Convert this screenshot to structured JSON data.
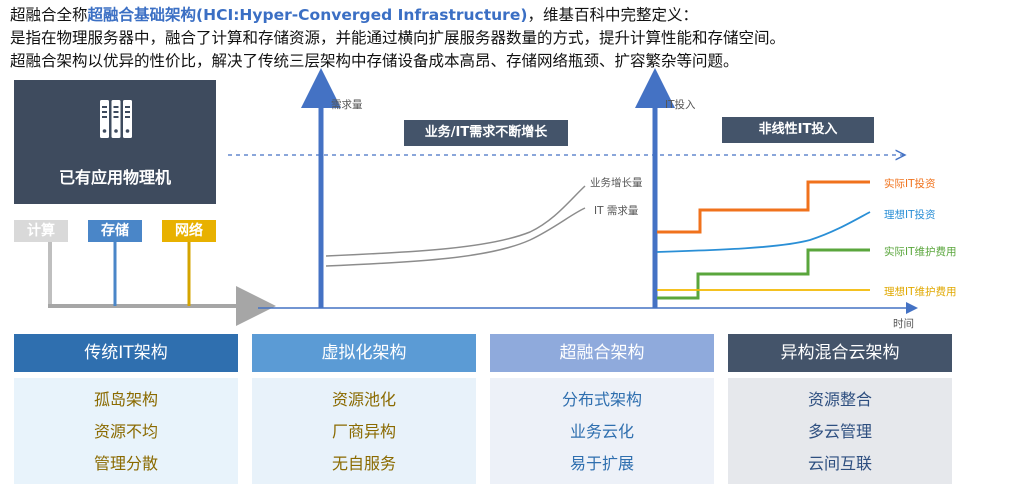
{
  "intro": {
    "line1_prefix": "超融合全称",
    "line1_highlight": "超融合基础架构(HCI:Hyper-Converged Infrastructure)",
    "line1_suffix": "，维基百科中完整定义：",
    "line2": "是指在物理服务器中，融合了计算和存储资源，并能通过横向扩展服务器数量的方式，提升计算性能和存储空间。",
    "line3": "超融合架构以优异的性价比，解决了传统三层架构中存储设备成本高昂、存储网络瓶颈、扩容繁杂等问题。"
  },
  "legacy": {
    "box_label": "已有应用物理机",
    "icon": "server-rack-icon",
    "tags": [
      {
        "label": "计算",
        "color": "#d9d9d9"
      },
      {
        "label": "存储",
        "color": "#4a86c8"
      },
      {
        "label": "网络",
        "color": "#e8b100"
      }
    ]
  },
  "chart": {
    "demand_axis_label": "需求量",
    "it_axis_label": "IT投入",
    "time_axis_label": "时间",
    "banner_left": "业务/IT需求不断增长",
    "banner_right": "非线性IT投入",
    "curve_business": "业务增长量",
    "curve_it_demand": "IT 需求量",
    "series": [
      {
        "name": "实际IT投资",
        "color": "#f0721c"
      },
      {
        "name": "理想IT投资",
        "color": "#2a8fd6"
      },
      {
        "name": "实际IT维护费用",
        "color": "#5aa63c"
      },
      {
        "name": "理想IT维护费用",
        "color": "#f2b800"
      }
    ]
  },
  "columns": [
    {
      "title": "传统IT架构",
      "head_color": "#2f6faf",
      "body_color": "#e8f3fb",
      "text_color": "#8a6a00",
      "items": [
        "孤岛架构",
        "资源不均",
        "管理分散"
      ]
    },
    {
      "title": "虚拟化架构",
      "head_color": "#5b9bd5",
      "body_color": "#e8f2fa",
      "text_color": "#8a6a00",
      "items": [
        "资源池化",
        "厂商异构",
        "无自服务"
      ]
    },
    {
      "title": "超融合架构",
      "head_color": "#8faadc",
      "body_color": "#edf1f8",
      "text_color": "#2f6faf",
      "items": [
        "分布式架构",
        "业务云化",
        "易于扩展"
      ]
    },
    {
      "title": "异构混合云架构",
      "head_color": "#44546a",
      "body_color": "#e6e8ec",
      "text_color": "#2e4f80",
      "items": [
        "资源整合",
        "多云管理",
        "云间互联"
      ]
    }
  ]
}
